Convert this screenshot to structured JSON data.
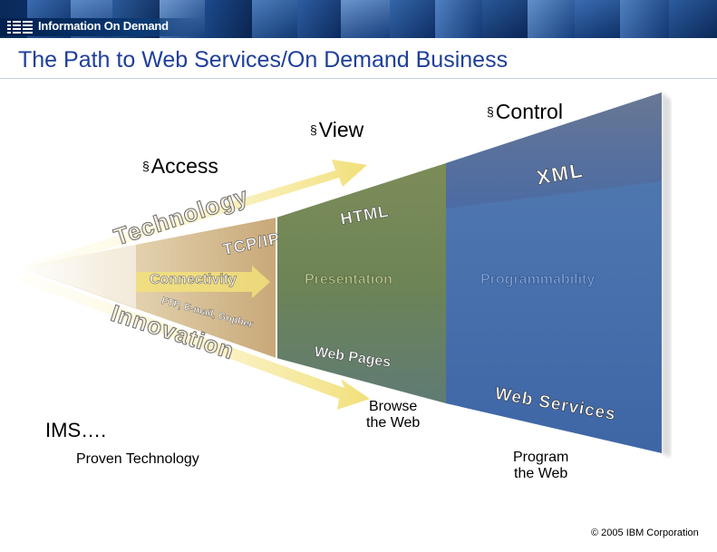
{
  "header": {
    "banner_text": "Information On Demand",
    "title": "The Path to Web Services/On Demand Business"
  },
  "bullets": {
    "marker": "§",
    "access": "Access",
    "view": "View",
    "control": "Control"
  },
  "diagram": {
    "technology": "Technology",
    "innovation": "Innovation",
    "tcpip": "TCP/IP",
    "html": "HTML",
    "xml": "XML",
    "stage_connectivity": "Connectivity",
    "stage_presentation": "Presentation",
    "stage_programmability": "Programmability",
    "protocols": "FTP, E-mail, Gopher",
    "web_pages": "Web Pages",
    "web_services": "Web Services",
    "browse_1": "Browse",
    "browse_2": "the Web",
    "program_1": "Program",
    "program_2": "the Web",
    "ims": "IMS….",
    "proven": "Proven Technology"
  },
  "footer": {
    "copyright": "© 2005 IBM Corporation"
  },
  "colors": {
    "title": "#1f3f9a",
    "stage1": "#c8a878",
    "stage2": "#7a8a55",
    "stage3": "#4a6fa8",
    "stage4": "#607088",
    "arrow": "#f2e07a"
  }
}
